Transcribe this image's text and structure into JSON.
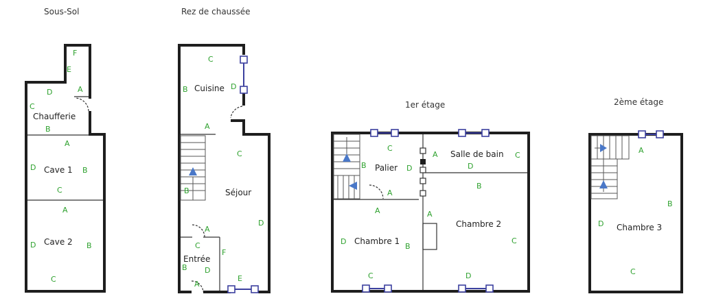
{
  "colors": {
    "wall": "#1e1e1e",
    "window": "#3b3f9e",
    "wall_label": "#2ea12e",
    "stair_arrow": "#4a78c8"
  },
  "floors": [
    {
      "title": "Sous-Sol",
      "rooms": [
        "Chaufferie",
        "Cave 1",
        "Cave 2"
      ],
      "wall_labels": [
        "F",
        "E",
        "D",
        "A",
        "C",
        "B",
        "A",
        "D",
        "B",
        "C",
        "A",
        "D",
        "B",
        "C"
      ]
    },
    {
      "title": "Rez de chaussée",
      "rooms": [
        "Cuisine",
        "Séjour",
        "Entrée"
      ],
      "wall_labels": [
        "C",
        "B",
        "D",
        "A",
        "C",
        "B",
        "D",
        "A",
        "C",
        "F",
        "B",
        "D",
        "E",
        "A"
      ]
    },
    {
      "title": "1er étage",
      "rooms": [
        "Palier",
        "Salle de bain",
        "Chambre 1",
        "Chambre 2"
      ],
      "wall_labels": [
        "C",
        "A",
        "B",
        "D",
        "C",
        "D",
        "A",
        "B",
        "A",
        "A",
        "D",
        "B",
        "C",
        "C",
        "D"
      ]
    },
    {
      "title": "2ème étage",
      "rooms": [
        "Chambre 3"
      ],
      "wall_labels": [
        "A",
        "B",
        "D",
        "C"
      ]
    }
  ]
}
